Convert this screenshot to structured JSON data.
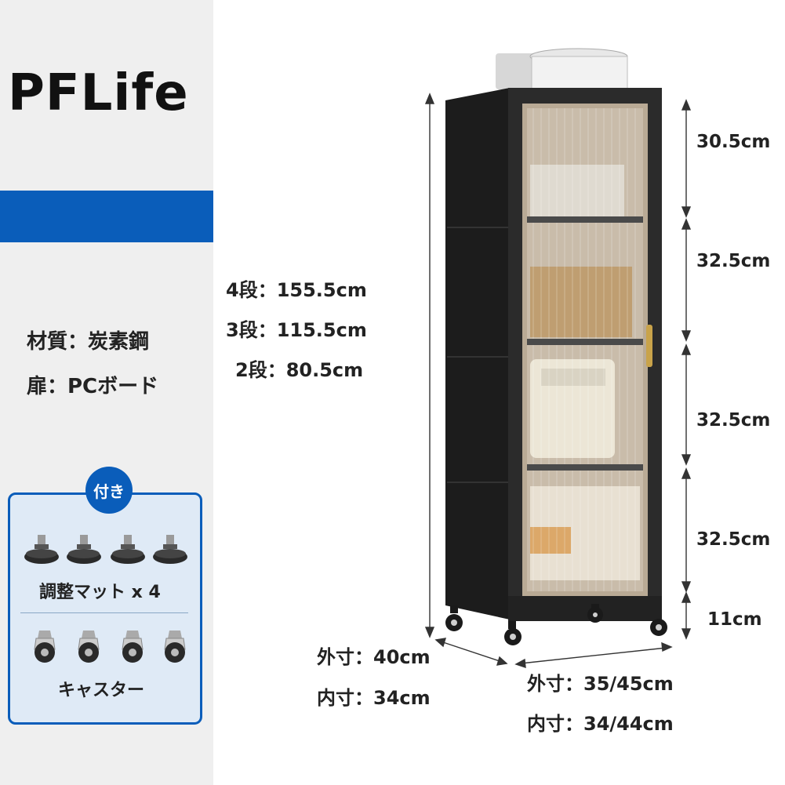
{
  "brand": "PFLife",
  "specs": {
    "material": "材質：炭素鋼",
    "door": "扉：PCボード"
  },
  "accessories": {
    "badge": "付き",
    "feet_label": "調整マット x 4",
    "casters_label": "キャスター"
  },
  "heights": {
    "tier4": "4段：155.5cm",
    "tier3": "3段：115.5cm",
    "tier2": "2段：80.5cm"
  },
  "sections": [
    "30.5cm",
    "32.5cm",
    "32.5cm",
    "32.5cm",
    "11cm"
  ],
  "depth": {
    "outer": "外寸：40cm",
    "inner": "内寸：34cm"
  },
  "width": {
    "outer": "外寸：35/45cm",
    "inner": "内寸：34/44cm"
  },
  "colors": {
    "accent": "#0a5dba",
    "frame": "#2b2b2b",
    "handle": "#c9a34a"
  }
}
